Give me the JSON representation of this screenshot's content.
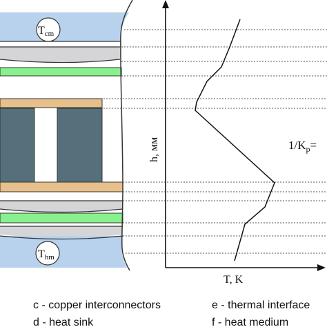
{
  "labels": {
    "t_cold": "T",
    "t_cold_sub": "cm",
    "t_hot": "T",
    "t_hot_sub": "hm",
    "y_axis": "h, мм",
    "x_axis": "T, K",
    "kp_prefix": "1/K",
    "kp_sub": "p",
    "kp_suffix": "="
  },
  "legend": [
    {
      "text": "c - copper interconnectors"
    },
    {
      "text": "e - thermal interface"
    },
    {
      "text": "d - heat sink"
    },
    {
      "text": "f - heat medium"
    }
  ],
  "colors": {
    "medium": "#b8d2ee",
    "interface_gray": "#d5d5d8",
    "green": "#88f08d",
    "copper": "#e7c08b",
    "pellet": "#56707b"
  }
}
